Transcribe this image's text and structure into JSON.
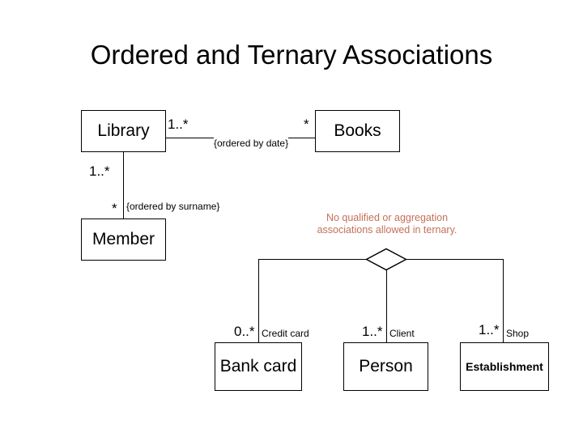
{
  "title": "Ordered and Ternary Associations",
  "colors": {
    "line": "#000000",
    "text": "#000000",
    "note": "#c4705c",
    "background": "#ffffff"
  },
  "classes": {
    "library": {
      "name": "Library"
    },
    "books": {
      "name": "Books"
    },
    "member": {
      "name": "Member"
    },
    "bank_card": {
      "name": "Bank card"
    },
    "person": {
      "name": "Person"
    },
    "establishment": {
      "name": "Establishment"
    }
  },
  "associations": {
    "library_books": {
      "source_multiplicity": "1..*",
      "target_multiplicity": "*",
      "constraint": "{ordered by date}"
    },
    "library_member": {
      "source_multiplicity": "1..*",
      "target_multiplicity": "*",
      "constraint": "{ordered by surname}"
    }
  },
  "ternary": {
    "note_line_1": "No qualified or aggregation",
    "note_line_2": "associations allowed in ternary.",
    "branches": [
      {
        "multiplicity": "0..*",
        "role": "Credit card",
        "class": "Bank card"
      },
      {
        "multiplicity": "1..*",
        "role": "Client",
        "class": "Person"
      },
      {
        "multiplicity": "1..*",
        "role": "Shop",
        "class": "Establishment"
      }
    ]
  }
}
